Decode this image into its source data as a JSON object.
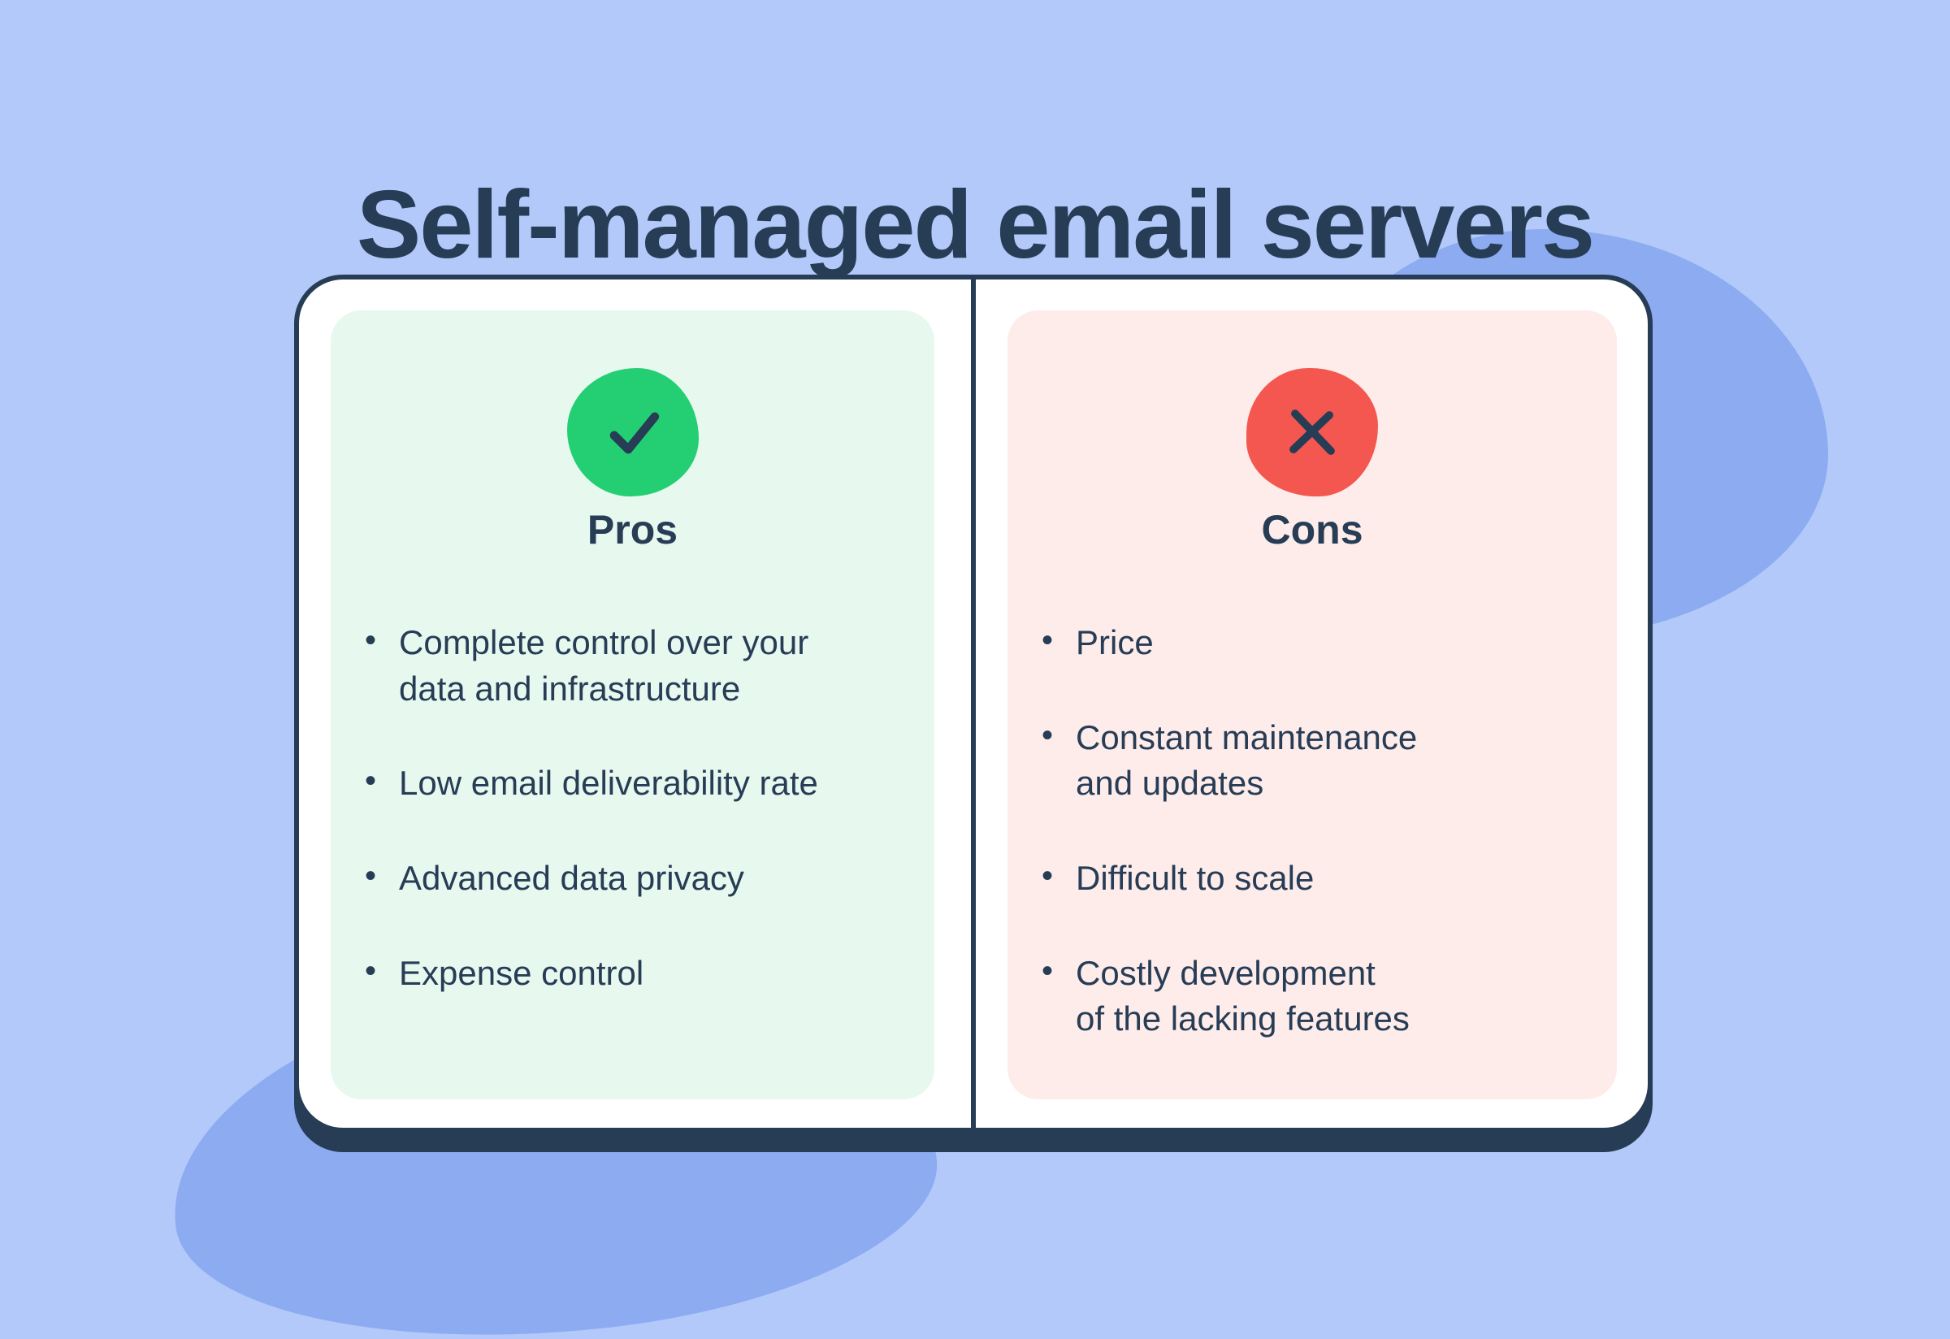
{
  "title": "Self-managed email servers",
  "card": {
    "pros": {
      "icon": "check-icon",
      "heading": "Pros",
      "items": [
        "Complete control over your\ndata and infrastructure",
        "Low email deliverability rate",
        "Advanced data privacy",
        "Expense control"
      ]
    },
    "cons": {
      "icon": "x-icon",
      "heading": "Cons",
      "items": [
        "Price",
        "Constant maintenance\nand updates",
        "Difficult to scale",
        "Costly development\nof the lacking features"
      ]
    }
  },
  "palette": {
    "background": "#b2c9fa",
    "decor_blob": "#8cabf1",
    "navy": "#273c55",
    "pros_accent": "#24ce72",
    "pros_panel": "#e7f8ef",
    "cons_accent": "#f4574f",
    "cons_panel": "#fdecea",
    "card": "#ffffff"
  }
}
